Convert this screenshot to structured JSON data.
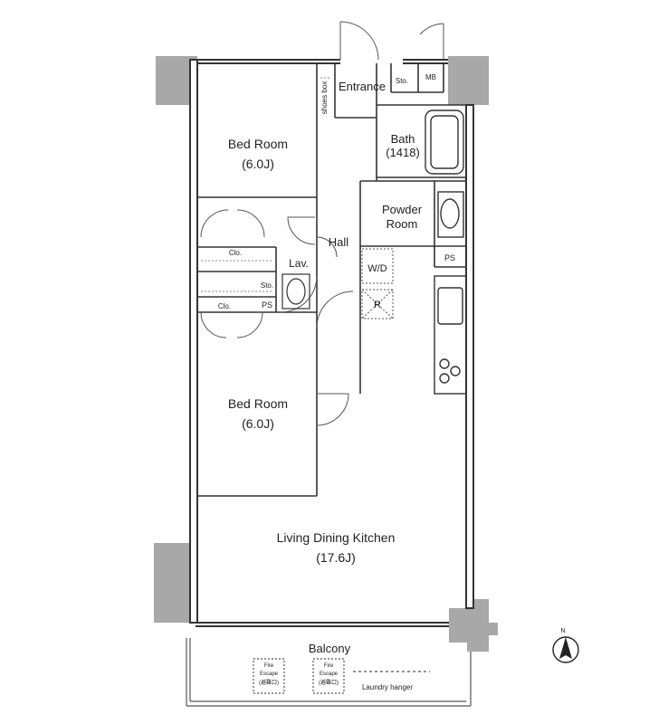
{
  "rooms": {
    "bed1": {
      "name": "Bed Room",
      "size": "(6.0J)"
    },
    "bed2": {
      "name": "Bed Room",
      "size": "(6.0J)"
    },
    "entrance": "Entrance",
    "shoes_box": "shoes box",
    "sto_top": "Sto.",
    "mb": "MB",
    "bath": {
      "name": "Bath",
      "size": "(1418)"
    },
    "powder": {
      "line1": "Powder",
      "line2": "Room"
    },
    "hall": "Hall",
    "lav": "Lav.",
    "wd": "W/D",
    "r": "R",
    "ps1": "PS",
    "ps2": "PS",
    "sto_mid": "Sto.",
    "clo1": "Clo.",
    "clo2": "Clo.",
    "ldk": {
      "name": "Living Dining Kitchen",
      "size": "(17.6J)"
    },
    "balcony": "Balcony",
    "fire1": {
      "line1": "Fire",
      "line2": "Escape",
      "line3": "(避難口)"
    },
    "fire2": {
      "line1": "Fire",
      "line2": "Escape",
      "line3": "(避難口)"
    },
    "laundry": "Laundry hanger"
  },
  "compass": {
    "label": "N"
  }
}
